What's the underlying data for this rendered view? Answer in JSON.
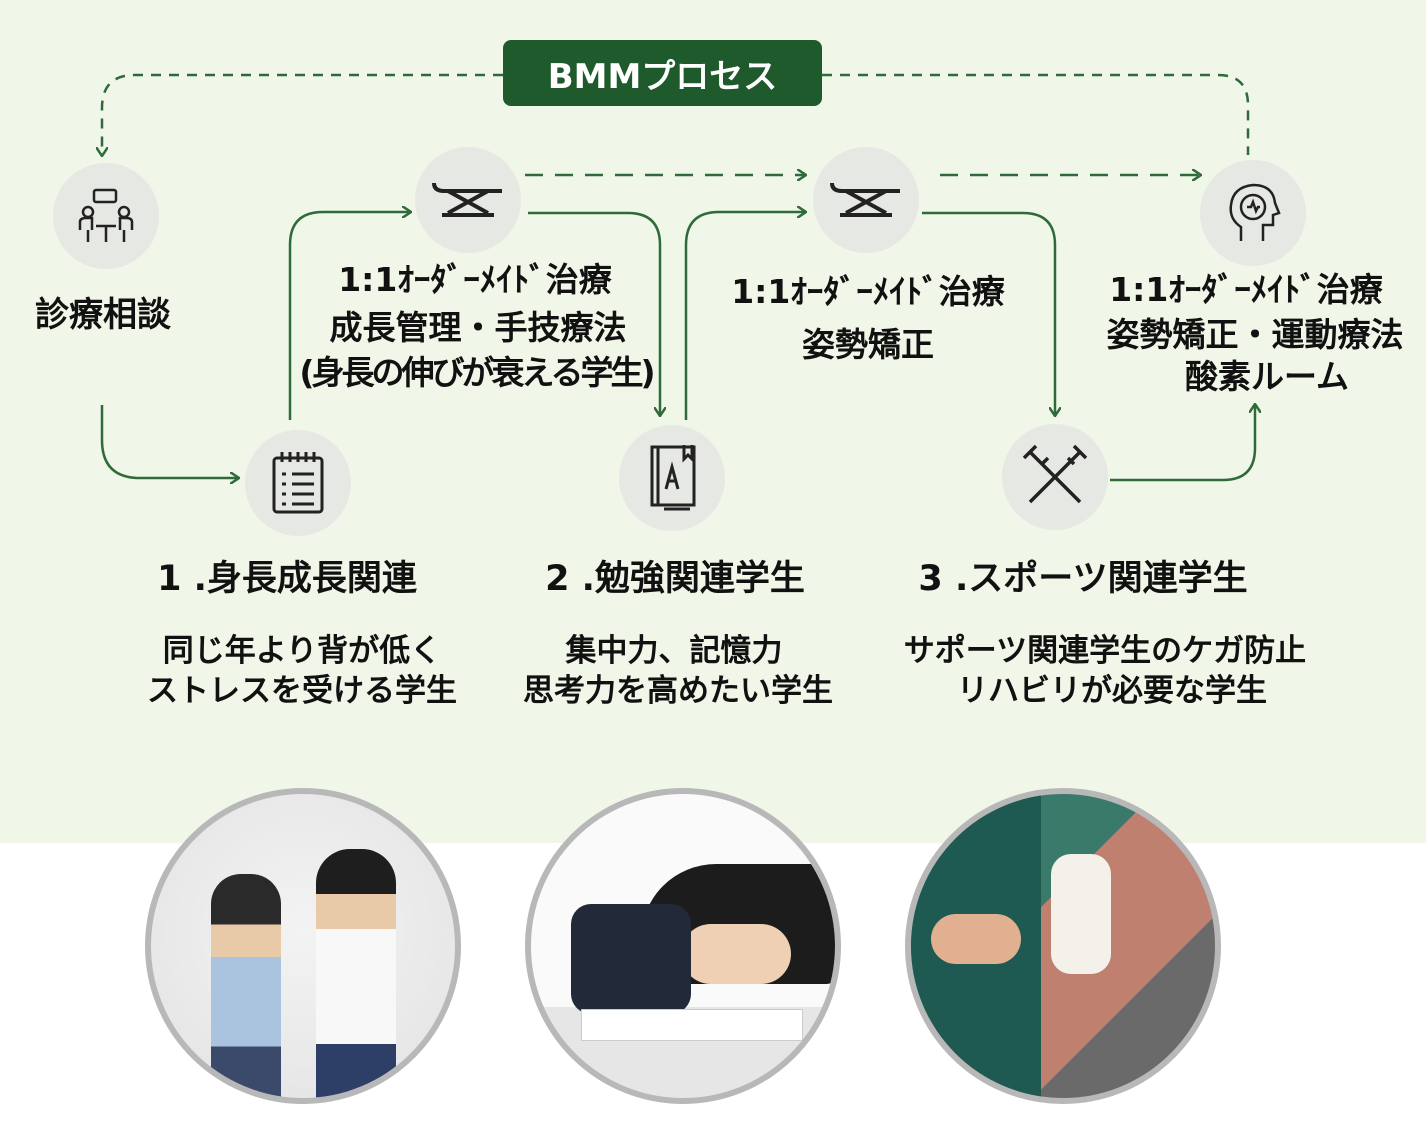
{
  "title": "BMMプロセス",
  "consult": {
    "label": "診療相談"
  },
  "treatments": [
    {
      "lines": [
        "1:1ｵｰﾀﾞｰﾒｲﾄﾞ治療",
        "成長管理・手技療法",
        "(身長の伸びが衰える学生)"
      ]
    },
    {
      "lines": [
        "1:1ｵｰﾀﾞｰﾒｲﾄﾞ治療",
        "姿勢矯正"
      ]
    },
    {
      "lines": [
        "1:1ｵｰﾀﾞｰﾒｲﾄﾞ治療",
        "姿勢矯正・運動療法",
        "酸素ルーム"
      ]
    }
  ],
  "categories": [
    {
      "heading": "1 .身長成長関連",
      "desc": [
        "同じ年より背が低く",
        "ストレスを受ける学生"
      ]
    },
    {
      "heading": "2 .勉強関連学生",
      "desc": [
        "集中力、記憶力",
        "思考力を高めたい学生"
      ]
    },
    {
      "heading": "3 .スポーツ関連学生",
      "desc": [
        "サポーツ関連学生のケガ防止",
        "リハビリが必要な学生"
      ]
    }
  ],
  "colors": {
    "accent": "#1f5a2c",
    "background": "#f0f6e8"
  }
}
